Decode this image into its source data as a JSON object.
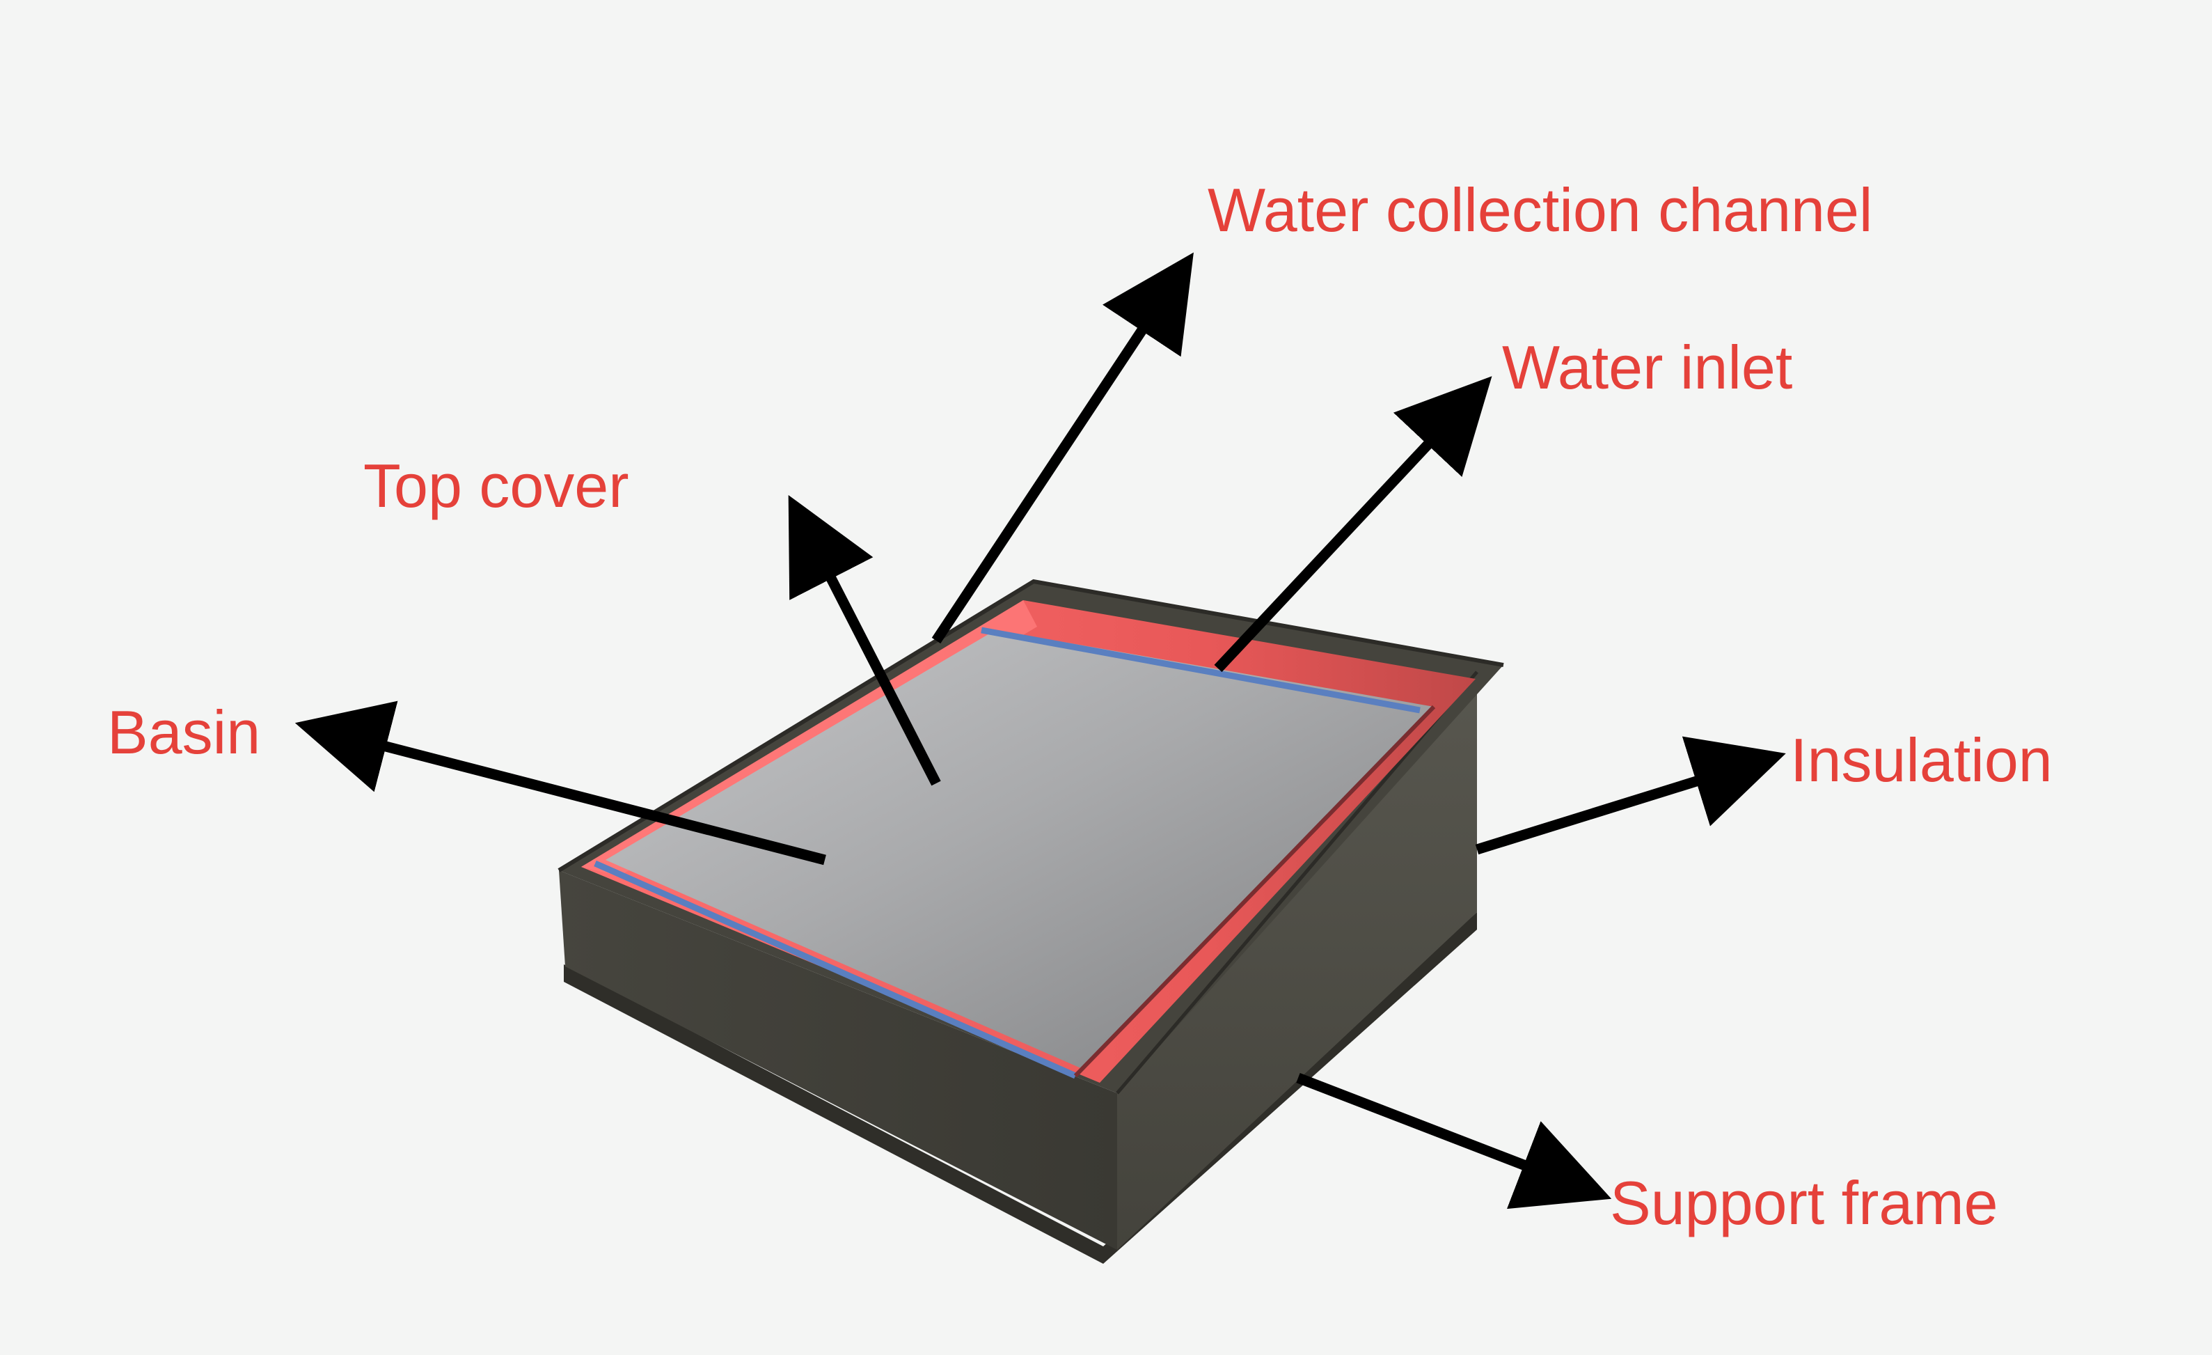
{
  "diagram": {
    "colors": {
      "background": "#f4f5f4",
      "label": "#e5413a",
      "arrow": "#000000",
      "insulation": "#4b4a43",
      "insulation_dark": "#3b3a34",
      "basin_glow": "#ff5f5f",
      "cover": "#a5a6a8",
      "channel": "#5a7fc0"
    },
    "labels": {
      "water_collection_channel": "Water collection channel",
      "water_inlet": "Water inlet",
      "top_cover": "Top cover",
      "basin": "Basin",
      "insulation": "Insulation",
      "support_frame": "Support frame"
    }
  }
}
